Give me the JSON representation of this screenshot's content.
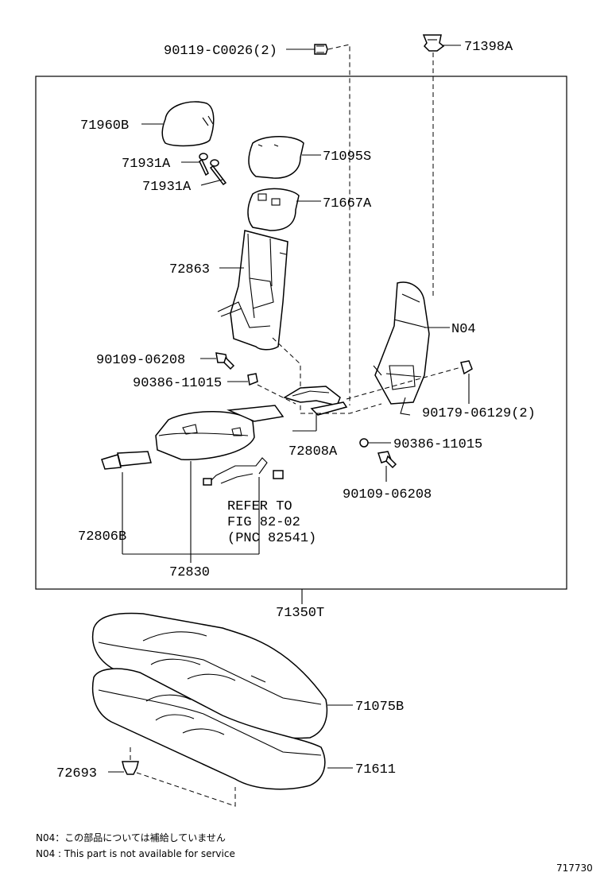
{
  "labels": {
    "p90119": "90119-C0026(2)",
    "p71398a": "71398A",
    "p71960b": "71960B",
    "p71931a_1": "71931A",
    "p71931a_2": "71931A",
    "p71095s": "71095S",
    "p71667a": "71667A",
    "p72863": "72863",
    "n04": "N04",
    "p90109_a": "90109-06208",
    "p90386_a": "90386-11015",
    "p90179": "90179-06129(2)",
    "p72808a": "72808A",
    "p90386_b": "90386-11015",
    "p90109_b": "90109-06208",
    "refer1": "REFER TO",
    "refer2": "FIG 82-02",
    "refer3": "(PNC 82541)",
    "p72806b": "72806B",
    "p72830": "72830",
    "p71350t": "71350T",
    "p71075b": "71075B",
    "p71611": "71611",
    "p72693": "72693"
  },
  "notes": {
    "jp": "N04：この部品については補給していません",
    "en": "N04 : This part is not available for service"
  },
  "figure_id": "717730"
}
